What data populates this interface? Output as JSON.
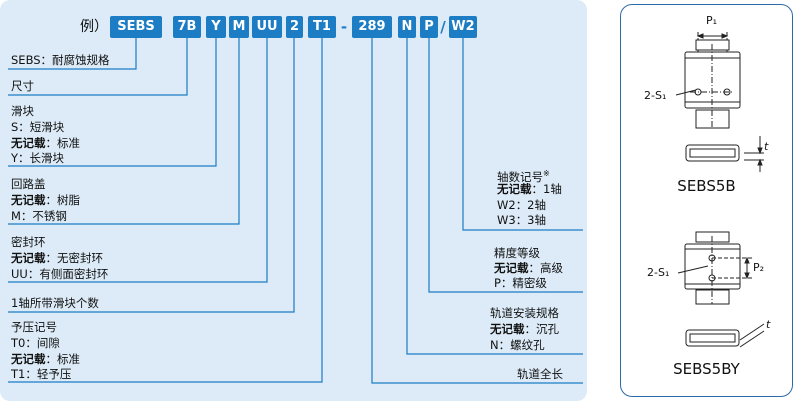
{
  "code": {
    "lead": "例）",
    "parts": [
      "SEBS",
      "7B",
      "Y",
      "M",
      "UU",
      "2",
      "T1",
      "289",
      "N",
      "P",
      "W2"
    ],
    "dash": "-",
    "slash": "/"
  },
  "left_labels": {
    "sebs": "SEBS：耐腐蚀规格",
    "size": "尺寸",
    "block_title": "滑块",
    "block_s": "S：短滑块",
    "block_none_key": "无记载",
    "block_none_val": "：标准",
    "block_y": "Y：长滑块",
    "ret_title": "回路盖",
    "ret_none_key": "无记载",
    "ret_none_val": "：树脂",
    "ret_m": "M：不锈钢",
    "seal_title": "密封环",
    "seal_none_key": "无记载",
    "seal_none_val": "：无密封环",
    "seal_uu": "UU：有侧面密封环",
    "blocks_per_rail": "1轴所带滑块个数",
    "pre_title": "予压记号",
    "pre_t0": "T0：间隙",
    "pre_none_key": "无记载",
    "pre_none_val": "：标准",
    "pre_t1": "T1：轻予压"
  },
  "right_labels": {
    "axis_title": "轴数记号",
    "axis_mark": "※",
    "axis_none_key": "无记载",
    "axis_none_val": "：1轴",
    "axis_w2": "W2：2轴",
    "axis_w3": "W3：3轴",
    "acc_title": "精度等级",
    "acc_none_key": "无记载",
    "acc_none_val": "：高级",
    "acc_p": "P：精密级",
    "rail_title": "轨道安装规格",
    "rail_none_key": "无记载",
    "rail_none_val": "：沉孔",
    "rail_n": "N：螺纹孔",
    "rail_len": "轨道全长"
  },
  "figures": {
    "p1": "P₁",
    "p2": "P₂",
    "s1_top": "2-S₁",
    "s1_bottom": "2-S₁",
    "t": "t",
    "caption_top": "SEBS5B",
    "caption_bottom": "SEBS5BY"
  },
  "colors": {
    "accent": "#1c7cc4",
    "panel_bg": "#dcebf7",
    "border": "#2e6aa8"
  }
}
